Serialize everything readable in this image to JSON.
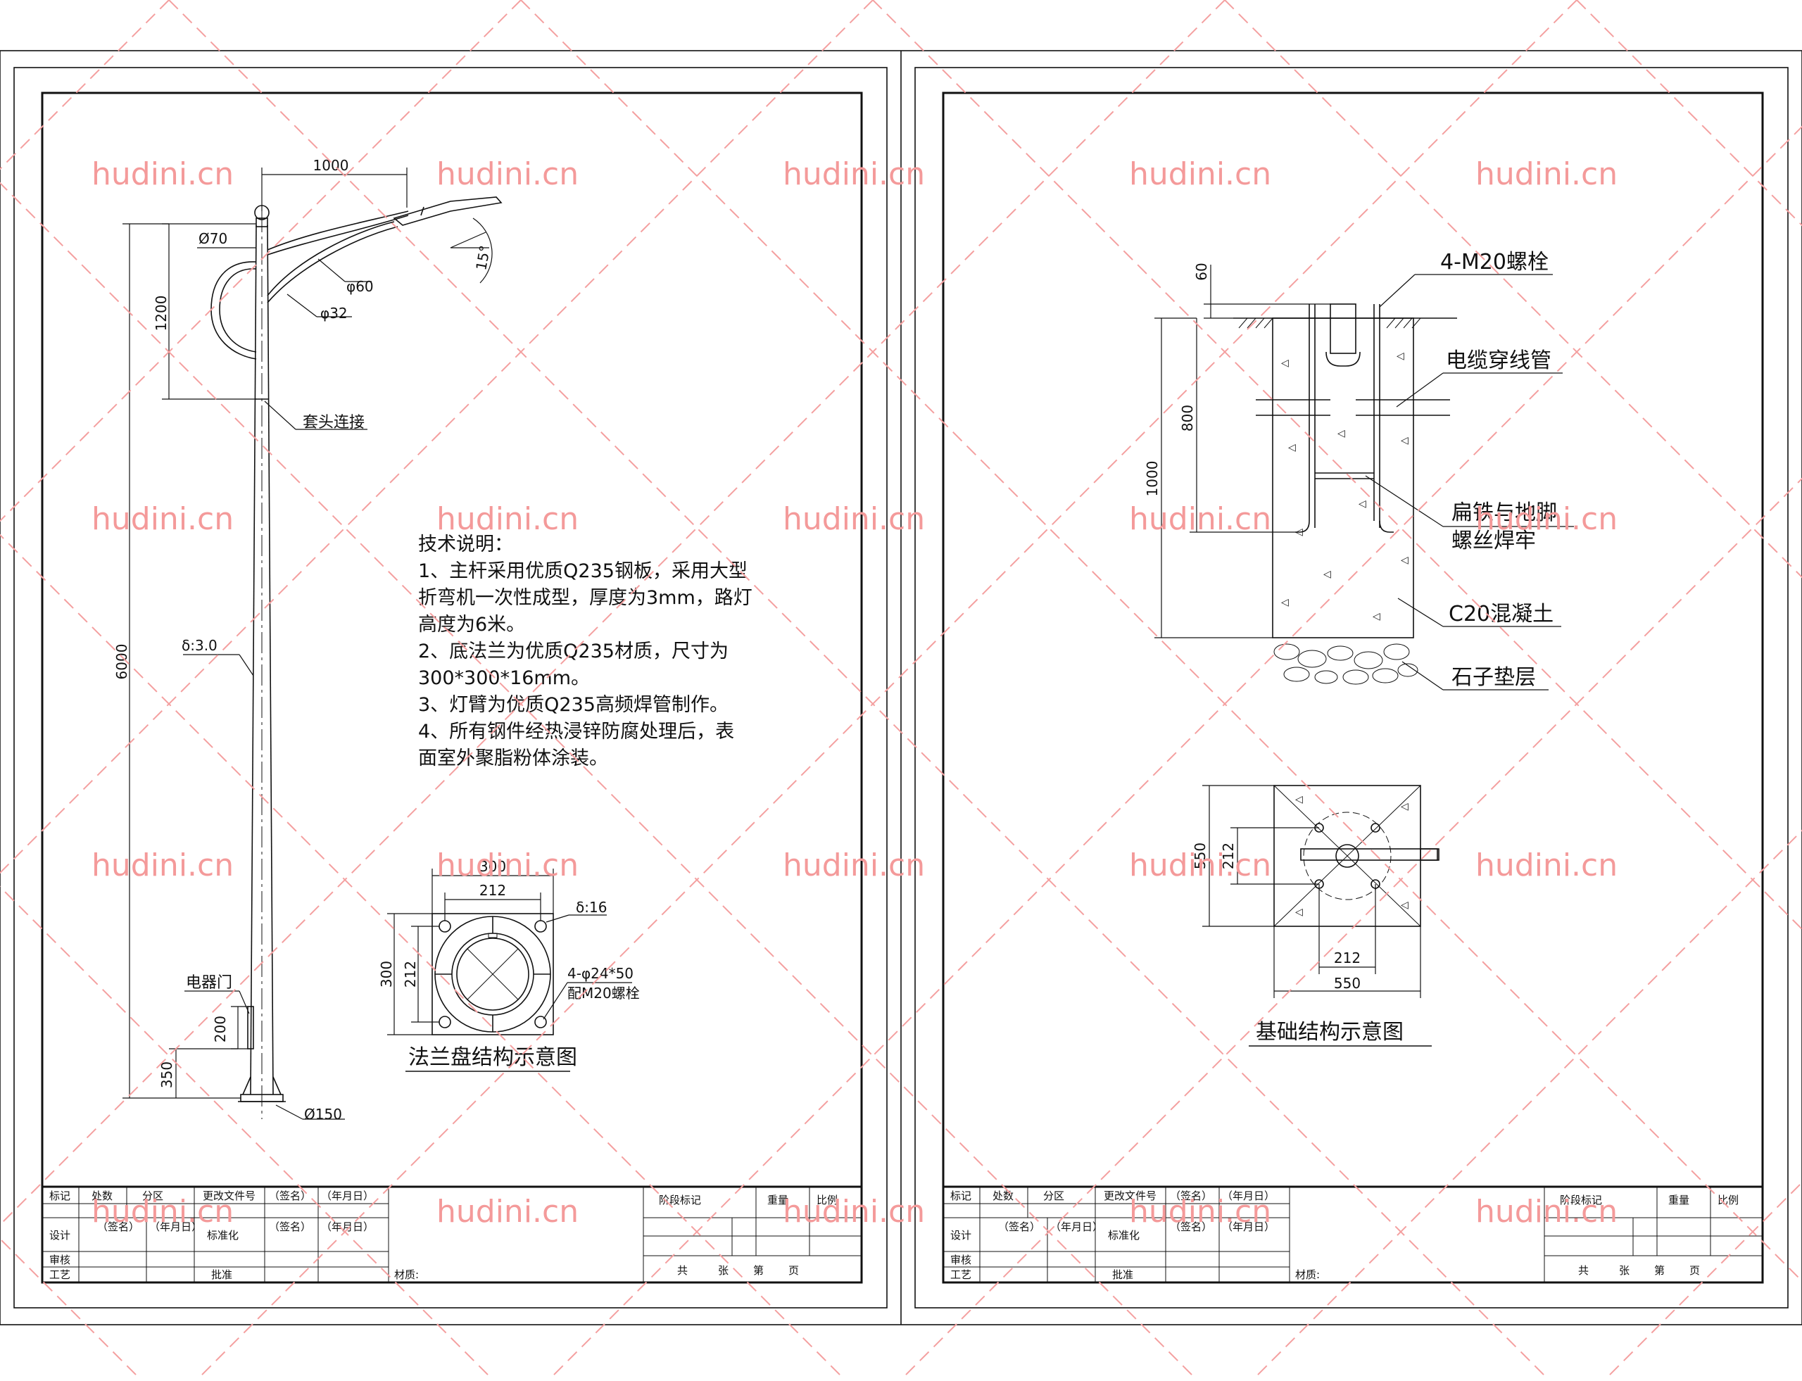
{
  "watermark": "hudini.cn",
  "pole": {
    "dims": {
      "arm_length": "1000",
      "top_dia": "Ø70",
      "arm_dia_60": "φ60",
      "arm_dia_32": "φ32",
      "angle": "15°",
      "h_1200": "1200",
      "h_6000": "6000",
      "h_200": "200",
      "h_350": "350",
      "base_dia": "Ø150",
      "thickness": "δ:3.0"
    },
    "labels": {
      "sleeve": "套头连接",
      "door": "电器门"
    }
  },
  "notes": {
    "heading": "技术说明：",
    "lines": [
      "1、主杆采用优质Q235钢板，采用大型",
      "折弯机一次性成型，厚度为3mm，路灯",
      "高度为6米。",
      "2、底法兰为优质Q235材质，尺寸为",
      "300*300*16mm。",
      "3、灯臂为优质Q235高频焊管制作。",
      "4、所有钢件经热浸锌防腐处理后，表",
      "面室外聚脂粉体涂装。"
    ]
  },
  "flange": {
    "dim_300_w": "300",
    "dim_212_w": "212",
    "dim_300_h": "300",
    "dim_212_h": "212",
    "thickness": "δ:16",
    "holes": "4-φ24*50",
    "bolts": "配M20螺栓",
    "title": "法兰盘结构示意图"
  },
  "foundation": {
    "dim_60": "60",
    "dim_800": "800",
    "dim_1000": "1000",
    "bolt_label": "4-M20螺栓",
    "cable_label": "电缆穿线管",
    "weld_label_1": "扁铁与地脚",
    "weld_label_2": "螺丝焊牢",
    "concrete_label": "C20混凝土",
    "gravel_label": "石子垫层",
    "plan_550_v": "550",
    "plan_212_v": "212",
    "plan_212_h": "212",
    "plan_550_h": "550",
    "title": "基础结构示意图"
  },
  "titleblock": {
    "r1": [
      "标记",
      "处数",
      "分区",
      "更改文件号",
      "（签名）",
      "（年月日）"
    ],
    "r2": [
      "设计",
      "（签名）",
      "（年月日）",
      "标准化",
      "（签名）",
      "（年月日）"
    ],
    "r3": [
      "审核"
    ],
    "r4": [
      "工艺",
      "批准"
    ],
    "stage": "阶段标记",
    "weight": "重量",
    "scale": "比例",
    "sheets": [
      "共",
      "张",
      "第",
      "页"
    ],
    "material": "材质:"
  }
}
